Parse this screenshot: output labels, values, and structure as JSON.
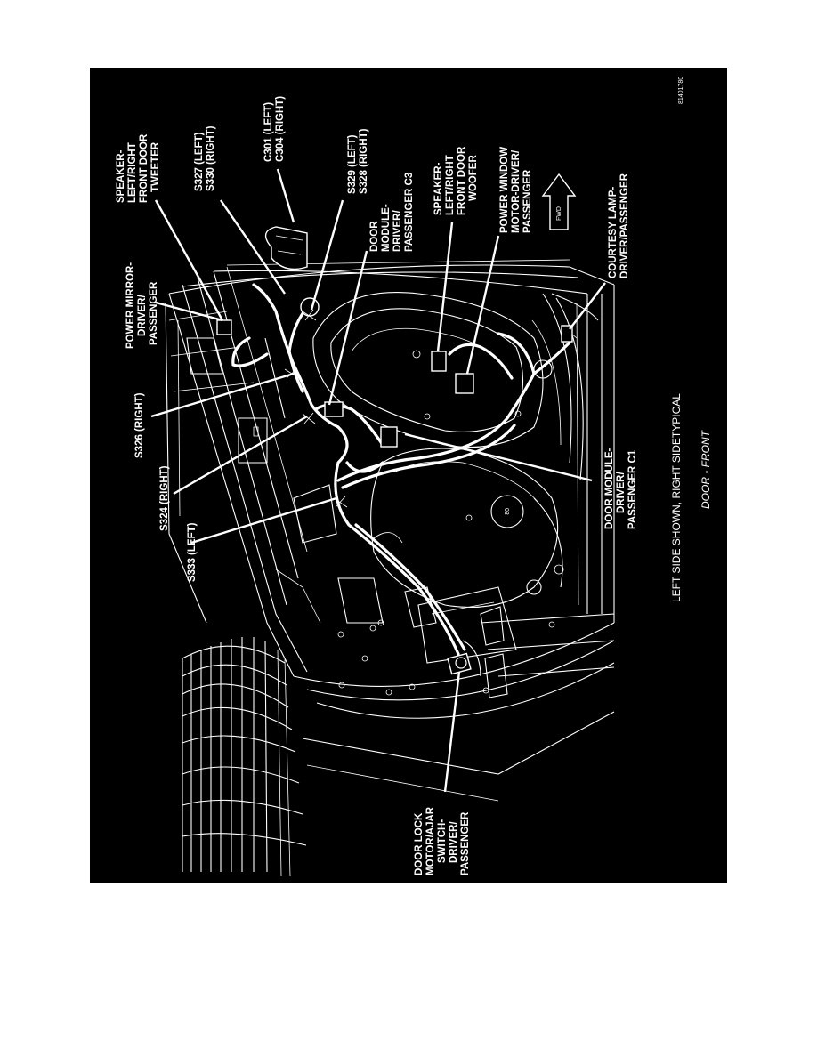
{
  "figure_id": "81401780",
  "caption": "LEFT SIDE SHOWN, RIGHT SIDETYPICAL",
  "title": "DOOR - FRONT",
  "fwd_label": "FWD",
  "colors": {
    "page": "#ffffff",
    "panel": "#000000",
    "ink": "#ffffff"
  },
  "callouts": {
    "tweeter": [
      "SPEAKER-",
      "LEFT/RIGHT",
      "FRONT DOOR",
      "TWEETER"
    ],
    "s327": [
      "S327 (LEFT)",
      "S330 (RIGHT)"
    ],
    "c301": [
      "C301 (LEFT)",
      "C304 (RIGHT)"
    ],
    "s329": [
      "S329 (LEFT)",
      "S328 (RIGHT)"
    ],
    "woofer": [
      "SPEAKER-",
      "LEFT/RIGHT",
      "FRONT DOOR",
      "WOOFER"
    ],
    "window_motor": [
      "POWER WINDOW",
      "MOTOR-DRIVER/",
      "PASSENGER"
    ],
    "mirror": [
      "POWER MIRROR-",
      "DRIVER/",
      "PASSENGER"
    ],
    "module_c3": [
      "DOOR",
      "MODULE-",
      "DRIVER/",
      "PASSENGER C3"
    ],
    "courtesy": [
      "COURTESY LAMP-",
      "DRIVER/PASSENGER"
    ],
    "s326": [
      "S326 (RIGHT)"
    ],
    "s324": [
      "S324 (RIGHT)"
    ],
    "s333": [
      "S333 (LEFT)"
    ],
    "module_c1": [
      "DOOR MODULE-",
      "DRIVER/",
      "PASSENGER C1"
    ],
    "door_lock": [
      "DOOR LOCK",
      "MOTOR/AJAR",
      "SWITCH-",
      "DRIVER/",
      "PASSENGER"
    ]
  }
}
